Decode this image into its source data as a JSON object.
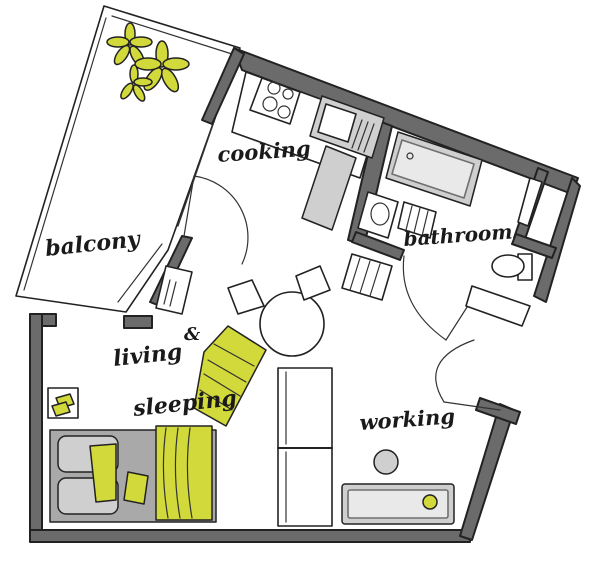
{
  "rooms": {
    "balcony": "balcony",
    "cooking": "cooking",
    "bathroom": "bathroom",
    "living_line1": "living",
    "living_amp": "&",
    "living_line2": "sleeping",
    "working": "working"
  },
  "colors": {
    "accent": "#d2d93a",
    "wall": "#6b6b6b",
    "grey": "#cfcfcf",
    "ink": "#222222"
  }
}
